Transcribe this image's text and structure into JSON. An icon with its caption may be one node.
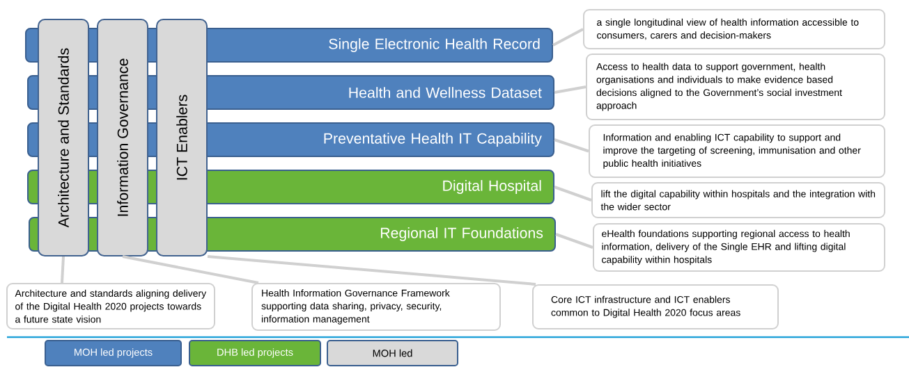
{
  "diagram": {
    "nodes": [
      {
        "text": [
          "Single Electronic Health Record"
        ]
      },
      {
        "text": [
          "Health and Wellness Dataset"
        ]
      },
      {
        "text": [
          "Preventative Health IT Capability"
        ]
      },
      {
        "text": [
          "Digital Hospital"
        ]
      },
      {
        "text": [
          "Regional IT Foundations"
        ]
      },
      {
        "text": [
          "Architecture and Standards"
        ]
      },
      {
        "text": [
          "Information Governance"
        ]
      },
      {
        "text": [
          "ICT Enablers"
        ]
      },
      {
        "text": [
          "a single longitudinal view of health information accessible to consumers, carers and decision-makers"
        ]
      },
      {
        "text": [
          "Access to health data to support government, health organisations and individuals to make evidence based decisions aligned to the Government’s social investment approach"
        ]
      },
      {
        "text": [
          "Information and enabling ICT capability to support and  improve the targeting of screening, immunisation and other public health initiatives"
        ]
      },
      {
        "text": [
          "lift the digital capability within hospitals and the integration with the wider sector"
        ]
      },
      {
        "text": [
          "eHealth foundations supporting regional access to health information, delivery of the Single EHR and lifting digital capability within hospitals"
        ]
      },
      {
        "text": [
          "Architecture and standards aligning delivery of the Digital Health 2020 projects towards a future state vision"
        ]
      },
      {
        "text": [
          "Health Information Governance Framework supporting data sharing, privacy, security, information management"
        ]
      },
      {
        "text": [
          "Core ICT infrastructure and ICT enablers common to Digital Health 2020 focus areas"
        ]
      }
    ],
    "edges": [
      {
        "from": 8,
        "to": 0,
        "arrow": "none"
      },
      {
        "from": 9,
        "to": 1,
        "arrow": "none"
      },
      {
        "from": 10,
        "to": 2,
        "arrow": "none"
      },
      {
        "from": 11,
        "to": 3,
        "arrow": "none"
      },
      {
        "from": 12,
        "to": 4,
        "arrow": "none"
      },
      {
        "from": 13,
        "to": 5,
        "arrow": "none"
      },
      {
        "from": 14,
        "to": 6,
        "arrow": "none"
      },
      {
        "from": 15,
        "to": 7,
        "arrow": "none"
      }
    ],
    "legend": [
      {
        "text": "MOH led projects",
        "color": "#4f81bd"
      },
      {
        "text": "DHB led projects",
        "color": "#6ab539"
      },
      {
        "text": "MOH led",
        "color": "#d9d9d9"
      }
    ]
  }
}
